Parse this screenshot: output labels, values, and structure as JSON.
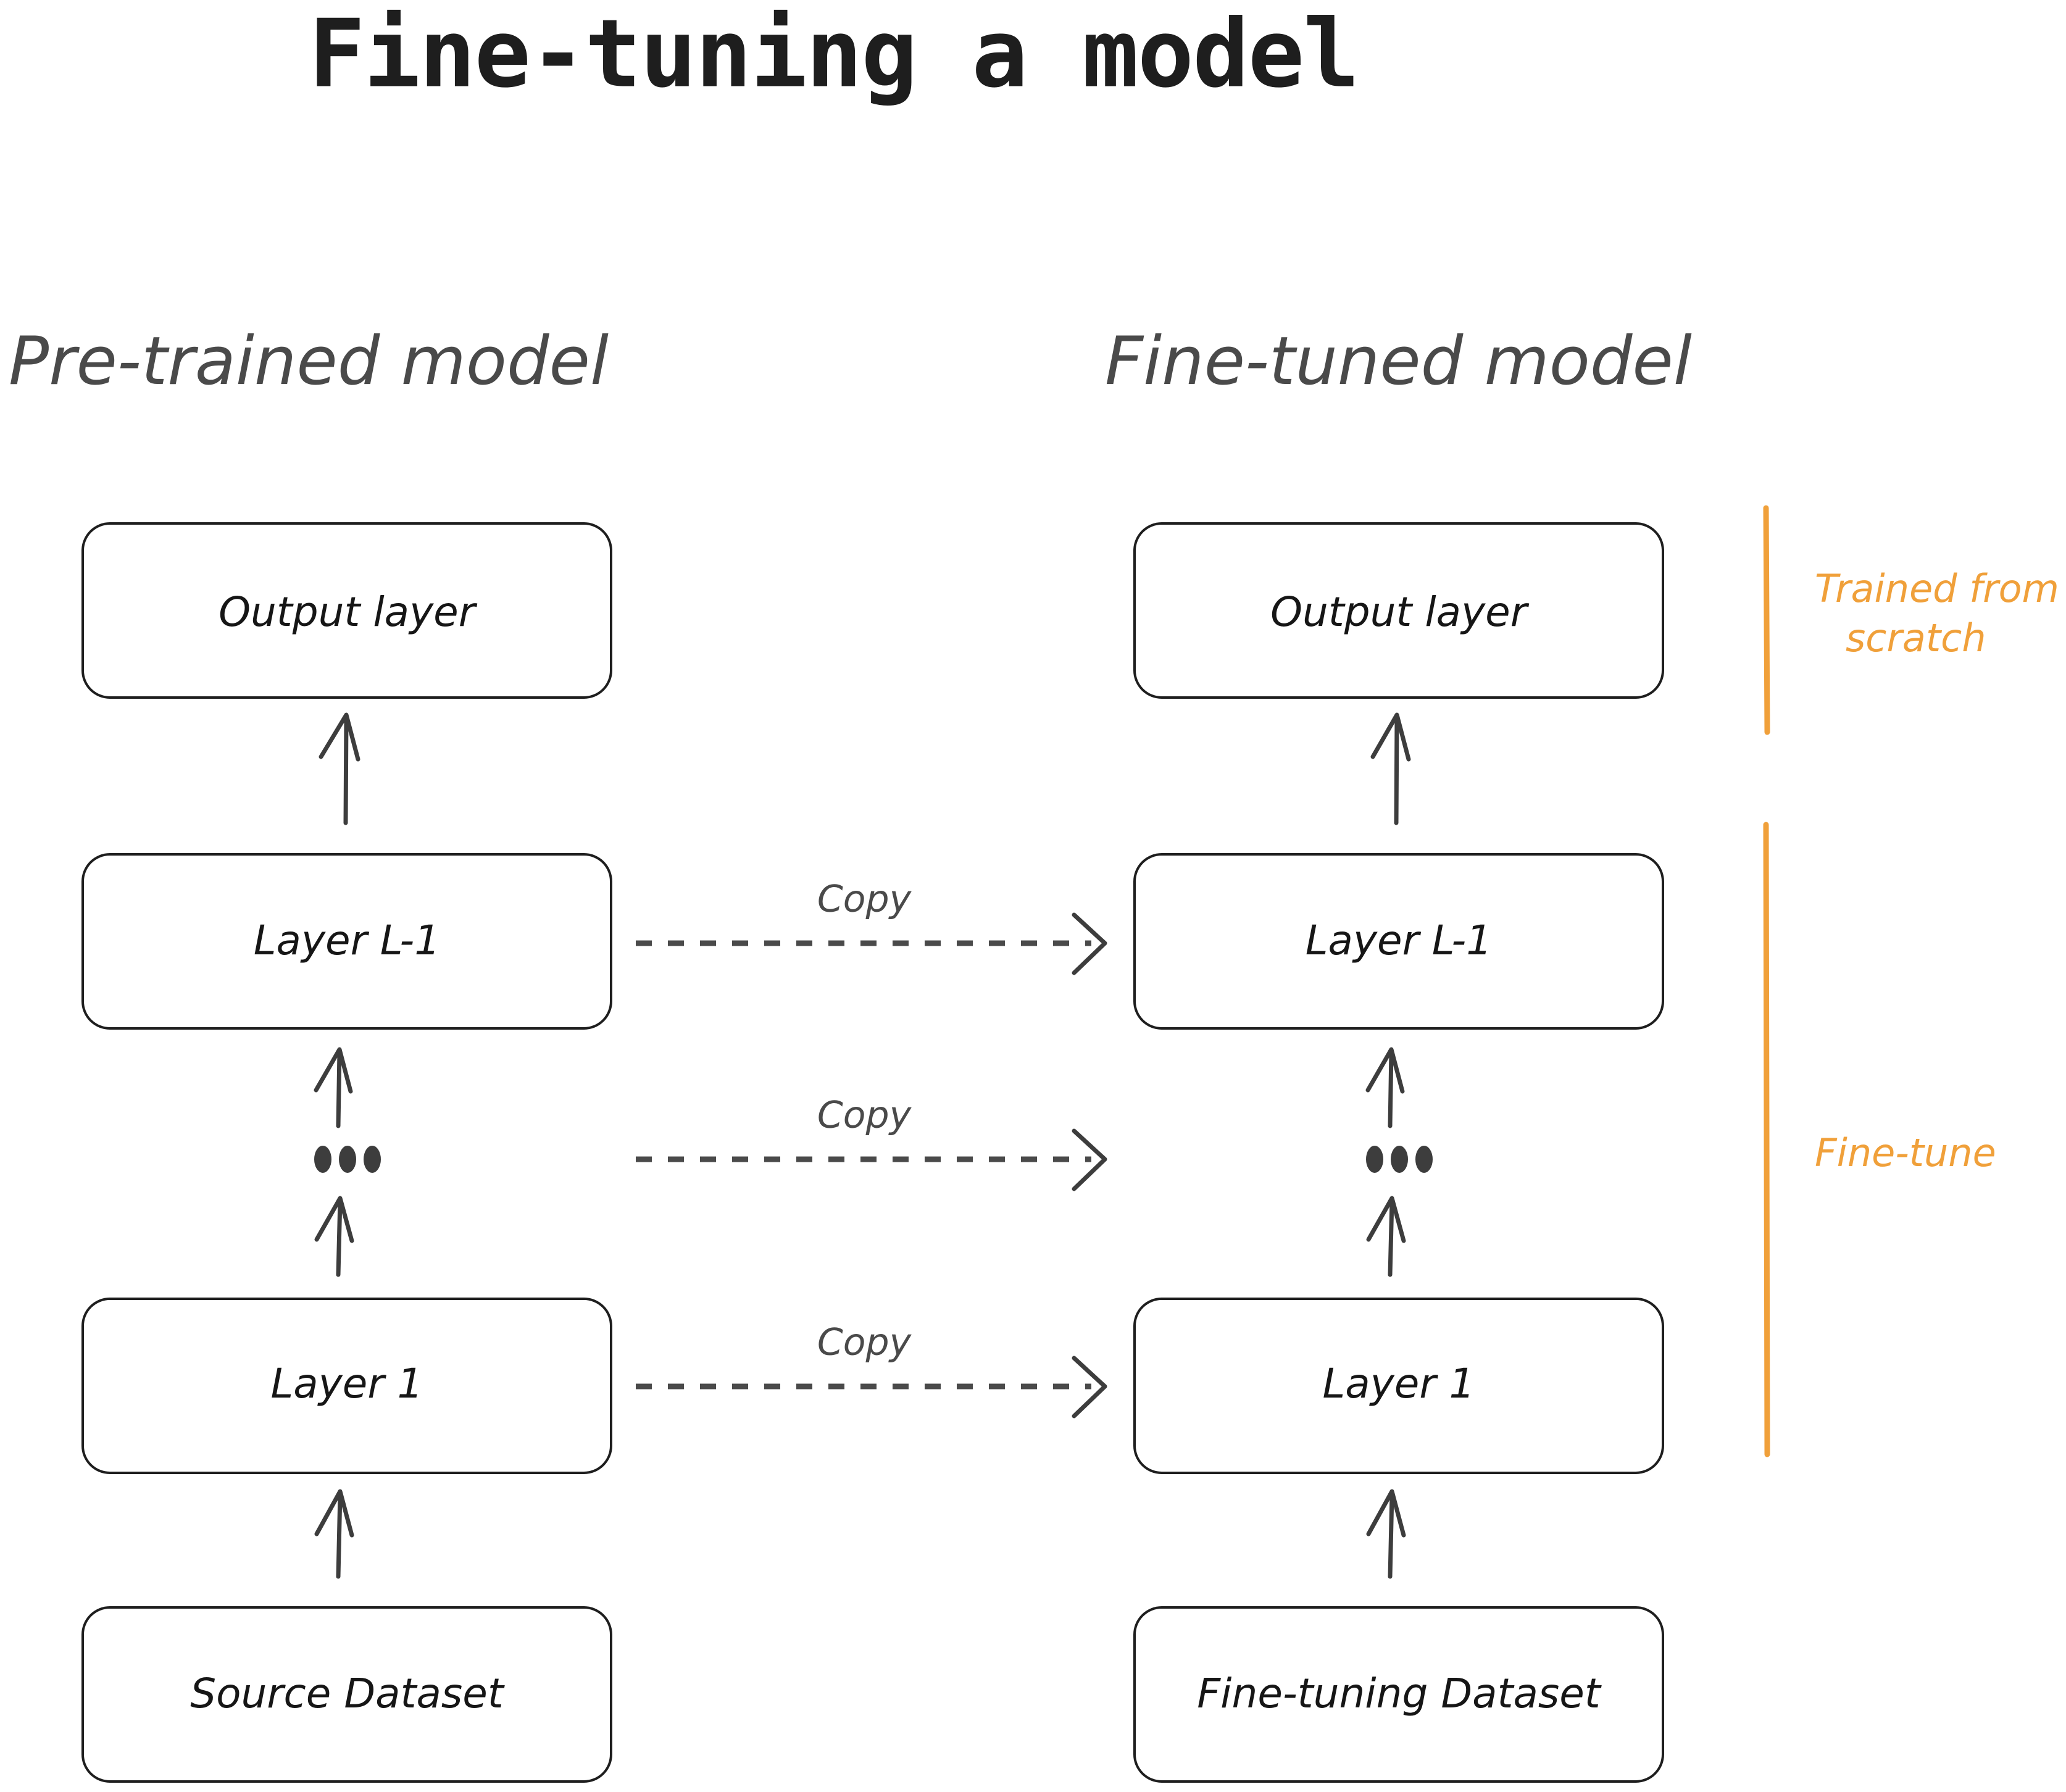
{
  "page": {
    "title": "Fine-tuning a model",
    "background_color": "#ffffff",
    "ink_color": "#1e1e1e",
    "accent_color": "#f0a03a"
  },
  "columns": {
    "left": {
      "heading": "Pre-trained model",
      "boxes": [
        {
          "label": "Output layer"
        },
        {
          "label": "Layer L-1"
        },
        {
          "label": "..."
        },
        {
          "label": "Layer 1"
        },
        {
          "label": "Source Dataset"
        }
      ]
    },
    "right": {
      "heading": "Fine-tuned model",
      "boxes": [
        {
          "label": "Output layer"
        },
        {
          "label": "Layer L-1"
        },
        {
          "label": "..."
        },
        {
          "label": "Layer 1"
        },
        {
          "label": "Fine-tuning Dataset"
        }
      ]
    }
  },
  "copy_arrows": [
    {
      "label": "Copy"
    },
    {
      "label": "Copy"
    },
    {
      "label": "Copy"
    }
  ],
  "annotations": [
    {
      "label_line1": "Trained from",
      "label_line2": "scratch",
      "color": "#f0a03a"
    },
    {
      "label_line1": "Fine-tune",
      "label_line2": "",
      "color": "#f0a03a"
    }
  ]
}
